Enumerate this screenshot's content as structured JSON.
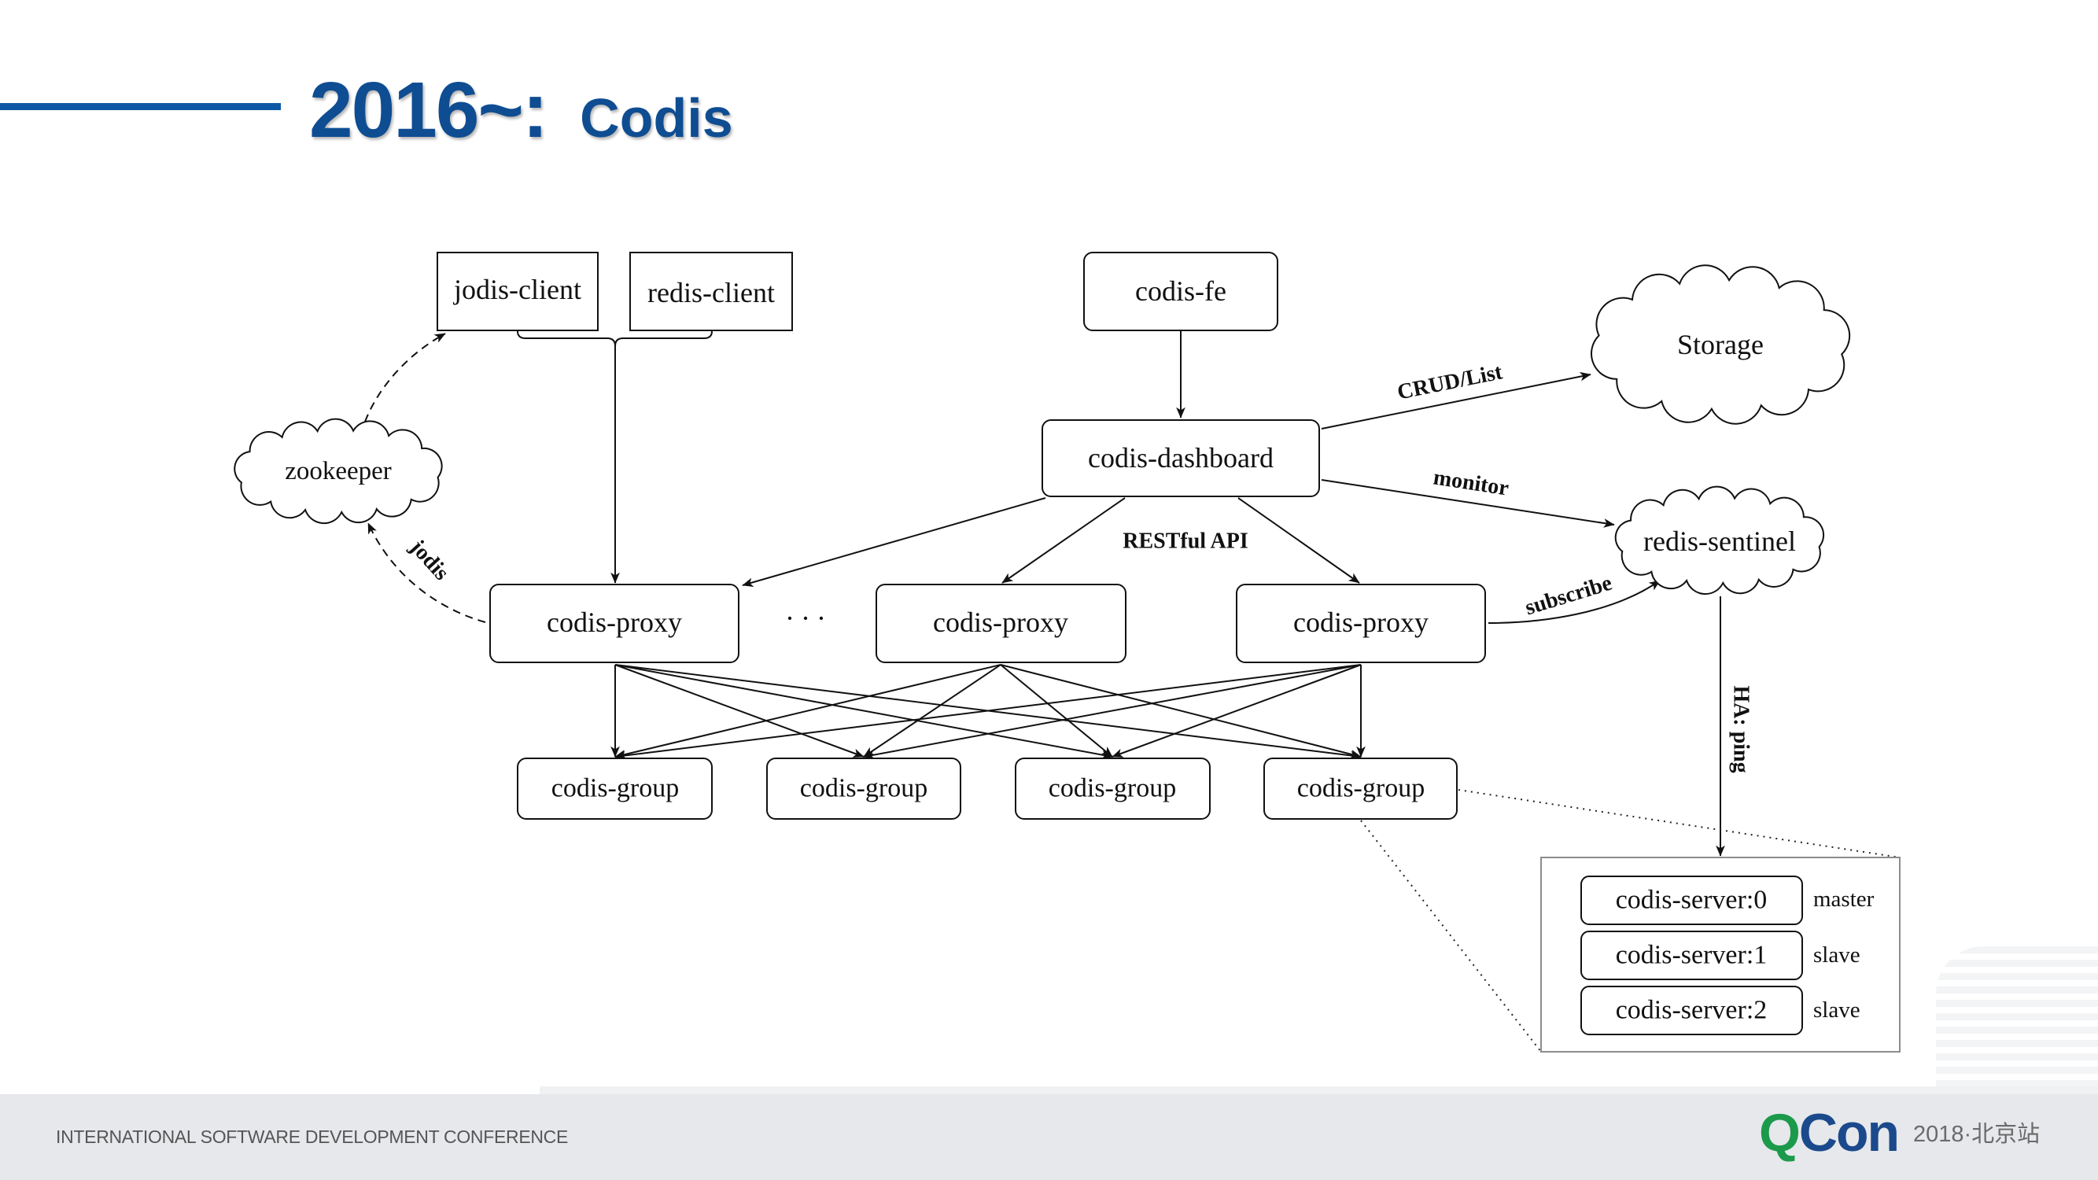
{
  "slide": {
    "title_year": "2016~:",
    "title_name": "Codis",
    "title_color": "#0f4d92",
    "accent_bar_color": "#0d58a5"
  },
  "diagram": {
    "clients": {
      "jodis": "jodis-client",
      "redis": "redis-client"
    },
    "codis_fe": "codis-fe",
    "codis_dashboard": "codis-dashboard",
    "storage": "Storage",
    "zookeeper": "zookeeper",
    "redis_sentinel": "redis-sentinel",
    "proxies": [
      "codis-proxy",
      "codis-proxy",
      "codis-proxy"
    ],
    "proxy_ellipsis": "···",
    "groups": [
      "codis-group",
      "codis-group",
      "codis-group",
      "codis-group"
    ],
    "servers": [
      {
        "name": "codis-server:0",
        "role": "master"
      },
      {
        "name": "codis-server:1",
        "role": "slave"
      },
      {
        "name": "codis-server:2",
        "role": "slave"
      }
    ],
    "edge_labels": {
      "crud_list": "CRUD/List",
      "monitor": "monitor",
      "restful_api": "RESTful API",
      "subscribe": "subscribe",
      "ha_ping": "HA: ping",
      "jodis": "jodis"
    }
  },
  "footer": {
    "conference_name": "INTERNATIONAL SOFTWARE DEVELOPMENT CONFERENCE",
    "logo_q": "Q",
    "logo_con": "Con",
    "edition": "2018·北京站",
    "logo_q_color": "#1c9a4b",
    "logo_con_color": "#1b4a8c",
    "background_color": "#e6e8eb"
  }
}
